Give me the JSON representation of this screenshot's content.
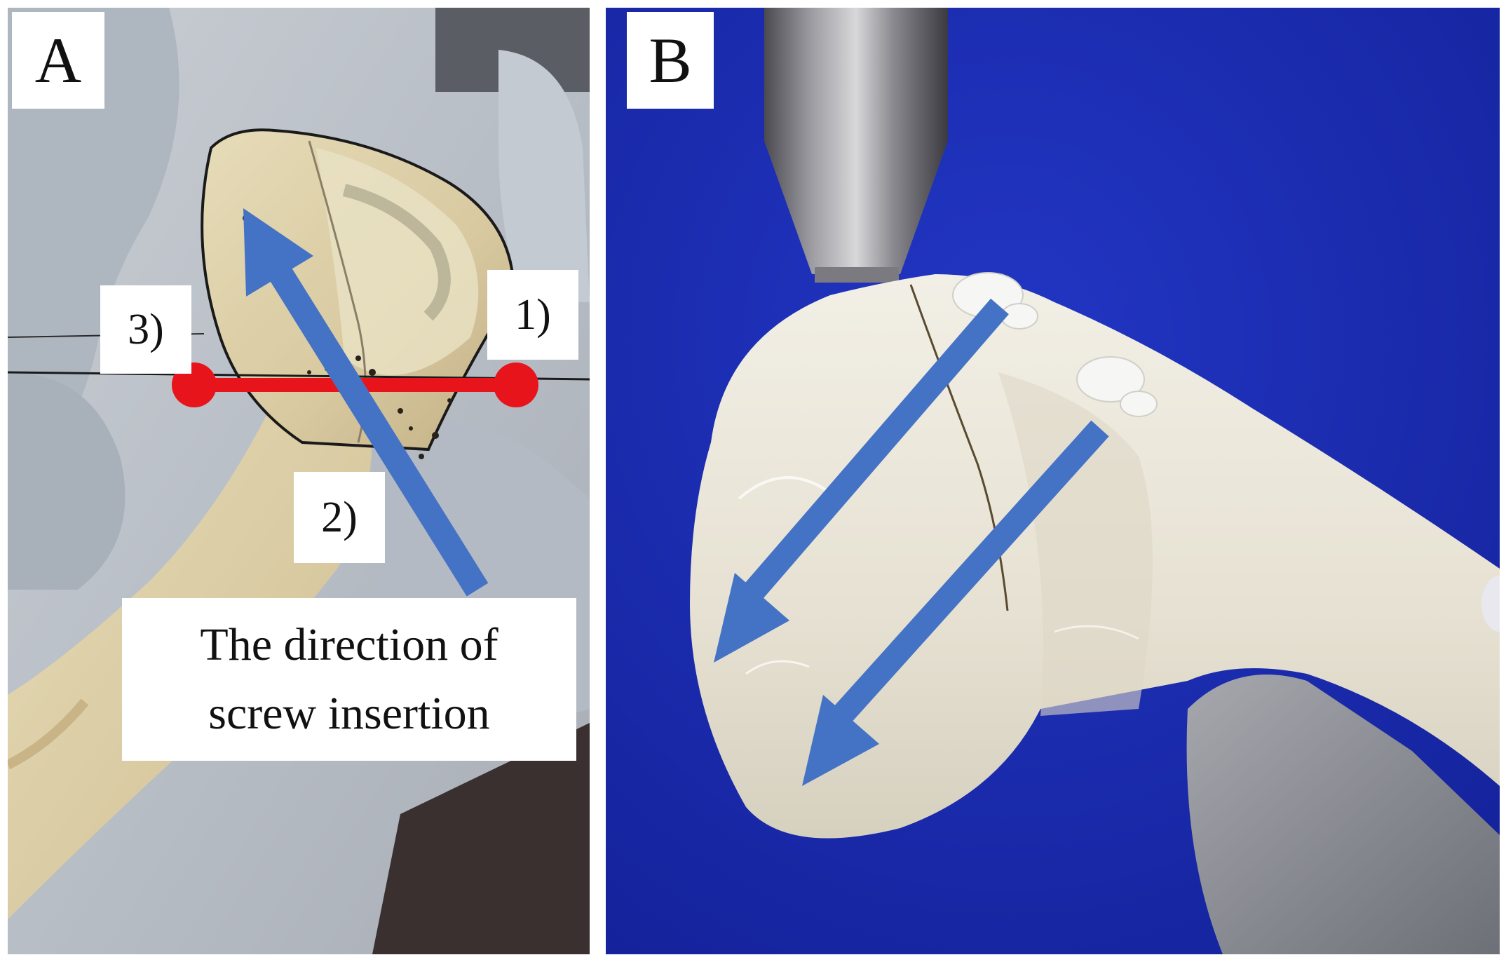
{
  "figure": {
    "panel_a": {
      "letter": "A",
      "markers": {
        "m1": "1)",
        "m2": "2)",
        "m3": "3)"
      },
      "caption_line1": "The direction of",
      "caption_line2": "screw insertion"
    },
    "panel_b": {
      "letter": "B"
    }
  },
  "colors": {
    "measurement_line": "#e8141c",
    "arrow": "#4472c4",
    "panel_b_background": "#1b2cb4",
    "bone_model": "#ece8dc",
    "cadaver_bone": "#d9cca6"
  },
  "icons": {
    "measurement": "line-with-endpoints-icon",
    "direction": "arrow-icon"
  }
}
